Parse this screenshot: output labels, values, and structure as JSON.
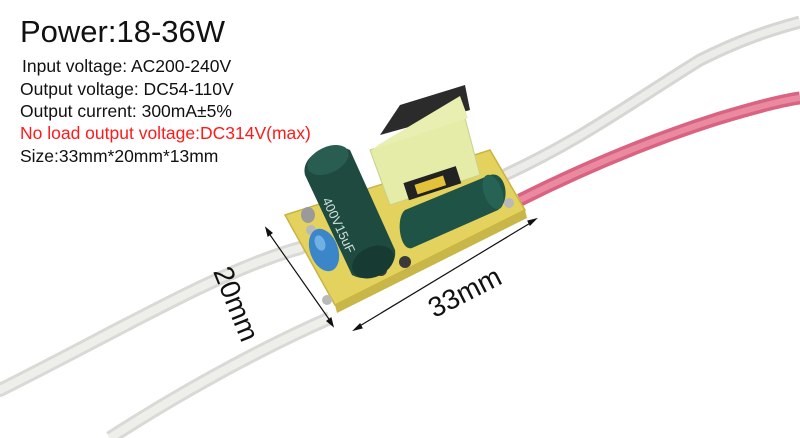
{
  "specs": {
    "title": "Power:18-36W",
    "lines": [
      "Input voltage: AC200-240V",
      "Output voltage: DC54-110V",
      "Output current: 300mA±5%",
      "No load output voltage:DC314V(max)",
      "Size:33mm*20mm*13mm"
    ],
    "highlight_color": "#ff1a1a",
    "text_color": "#111111"
  },
  "dimensions": {
    "width_label": "20mm",
    "length_label": "33mm"
  },
  "board": {
    "capacitor_label": "400V15uF",
    "pcb_color": "#e8d86a",
    "capacitor_color": "#1f4f44",
    "transformer_color": "#e6eeaa",
    "ycap_color": "#3a86c8",
    "wire_white": "#e4e4e0",
    "wire_red": "#de6f86"
  }
}
